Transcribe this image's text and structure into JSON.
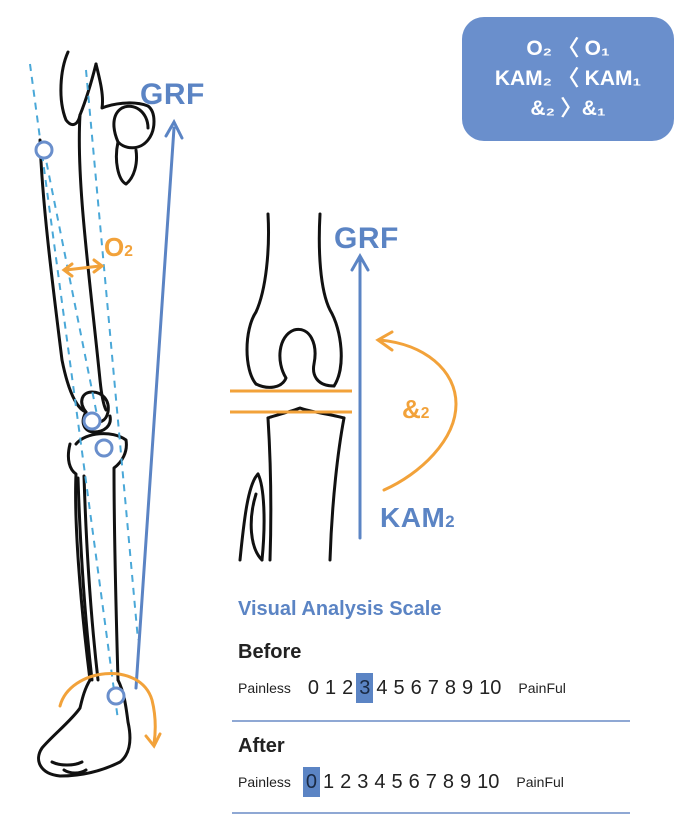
{
  "labels": {
    "grf_main": "GRF",
    "grf_knee": "GRF",
    "theta2_label": "O",
    "theta2_sub": "2",
    "delta2_label": "&",
    "delta2_sub": "2",
    "kam2_label": "KAM",
    "kam2_sub": "2"
  },
  "info_box": {
    "line1": "O₂ 〈 O₁",
    "line2": "KAM₂ 〈 KAM₁",
    "line3": "&₂ 〉&₁"
  },
  "vas": {
    "title": "Visual Analysis Scale",
    "before": {
      "heading": "Before",
      "left_label": "Painless",
      "right_label": "PainFul",
      "numbers": [
        "0",
        "1",
        "2",
        "3",
        "4",
        "5",
        "6",
        "7",
        "8",
        "9",
        "10"
      ],
      "selected": 3
    },
    "after": {
      "heading": "After",
      "left_label": "Painless",
      "right_label": "PainFul",
      "numbers": [
        "0",
        "1",
        "2",
        "3",
        "4",
        "5",
        "6",
        "7",
        "8",
        "9",
        "10"
      ],
      "selected": 0
    }
  },
  "colors": {
    "blue": "#5b84c4",
    "orange": "#f2a23a",
    "box": "#6a8fcc",
    "outline": "#111111"
  }
}
